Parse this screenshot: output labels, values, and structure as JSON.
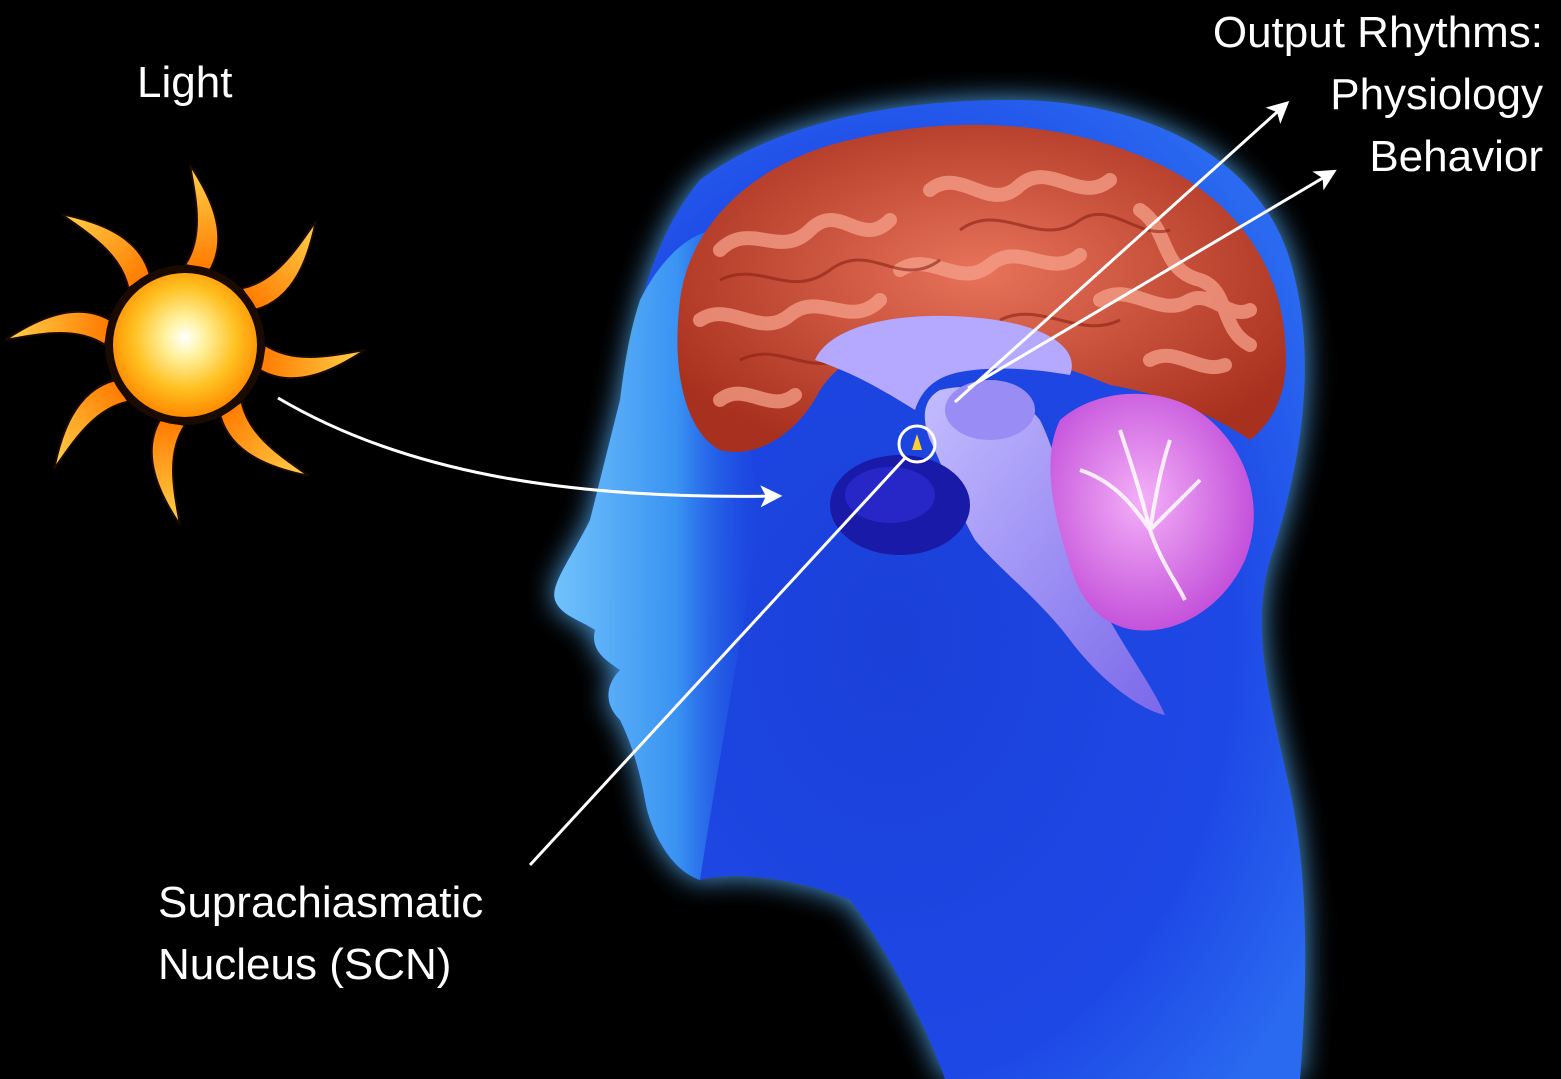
{
  "labels": {
    "light": "Light",
    "scn_line1": "Suprachiasmatic",
    "scn_line2": "Nucleus (SCN)",
    "output_title": "Output Rhythms:",
    "output_item1": "Physiology",
    "output_item2": "Behavior"
  },
  "colors": {
    "background": "#000000",
    "head": "#1f4fe0",
    "head_glow": "#5ab8ff",
    "face_highlight": "#5fc8ff",
    "cortex": "#c8442e",
    "cortex_light": "#f08a72",
    "brainstem": "#8c7cf0",
    "cerebellum": "#d060e0",
    "sun_core": "#ffd030",
    "sun_rays": "#ff9a10",
    "arrow": "#ffffff"
  },
  "icons": {
    "sun": "sun-icon",
    "brain": "brain-icon",
    "head": "head-silhouette"
  }
}
